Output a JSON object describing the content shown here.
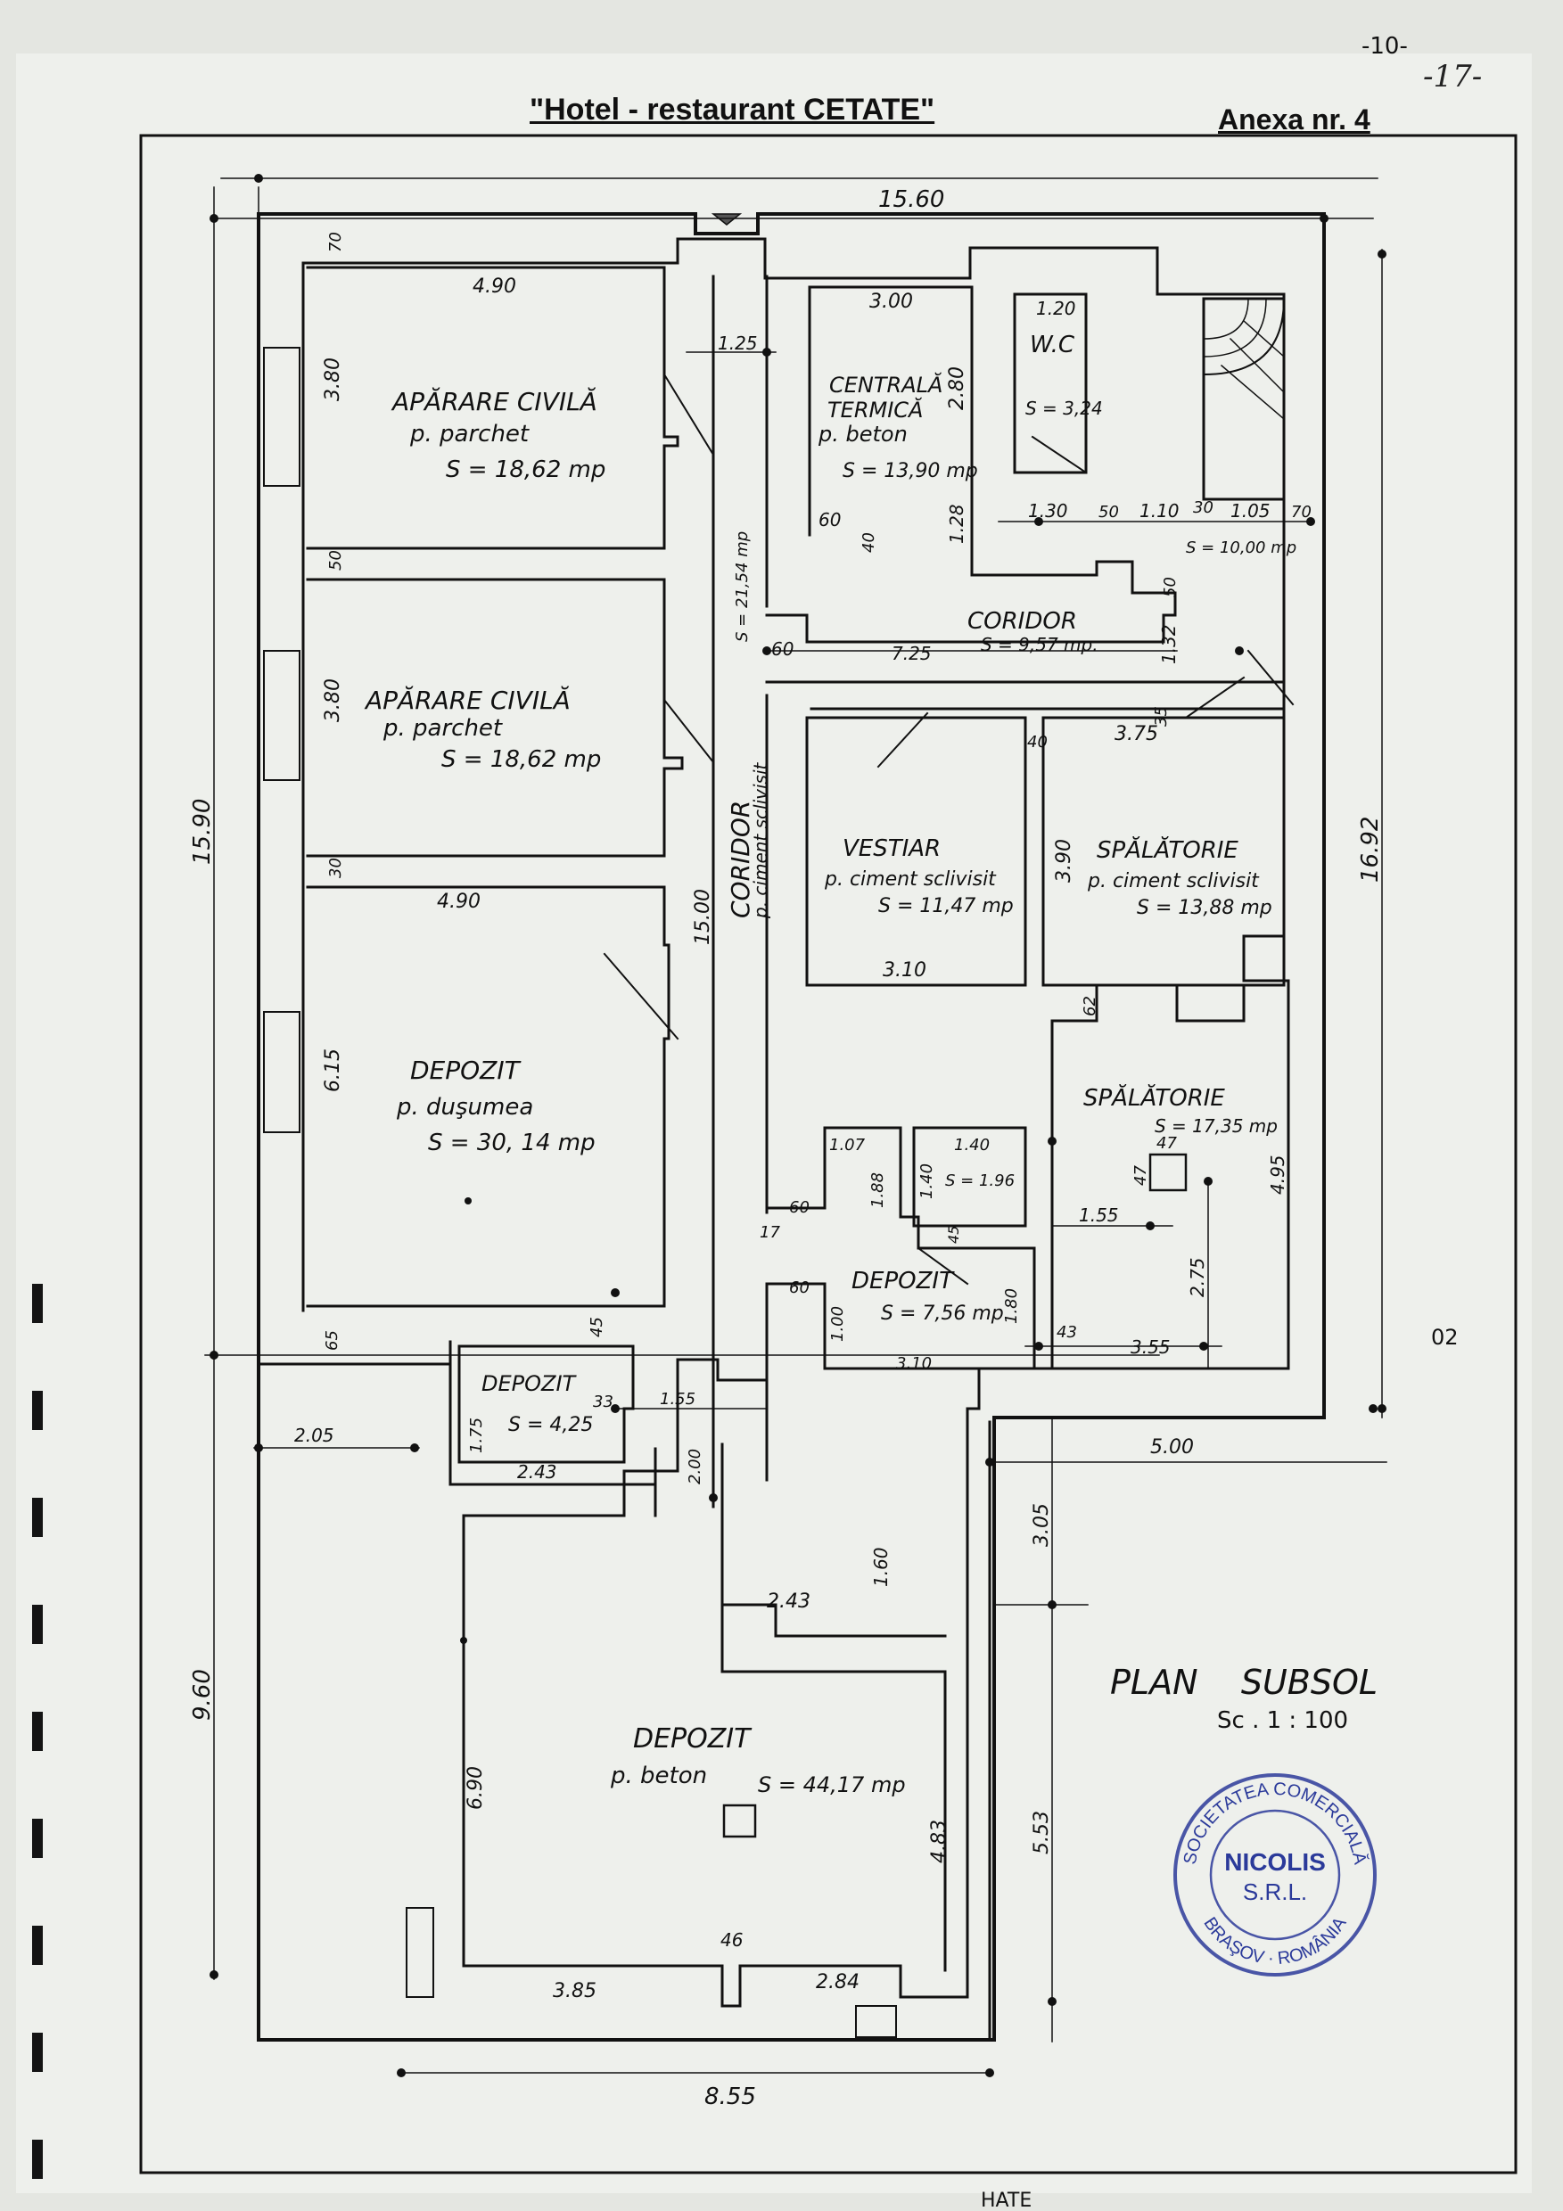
{
  "page": {
    "page_number": "-17-",
    "project_title": "\"Hotel - restaurant CETATE\"",
    "annex": "Anexa nr. 4",
    "stray_mark": "-10-",
    "side_mark": "02",
    "bottom_mark": "HATE"
  },
  "drawing": {
    "title": "PLAN    SUBSOL",
    "scale": "Sc . 1 : 100"
  },
  "rooms": [
    {
      "id": "aparare1",
      "name": "APĂRARE CIVILĂ",
      "floor": "p. parchet",
      "area": "S = 18,62 mp"
    },
    {
      "id": "aparare2",
      "name": "APĂRARE CIVILĂ",
      "floor": "p. parchet",
      "area": "S = 18,62 mp"
    },
    {
      "id": "depozit1",
      "name": "DEPOZIT",
      "floor": "p. duşumea",
      "area": "S = 30, 14 mp"
    },
    {
      "id": "centrala",
      "name": "CENTRALĂ TERMICĂ",
      "floor": "p. beton",
      "area": "S = 13,90 mp"
    },
    {
      "id": "wc",
      "name": "W.C",
      "floor": "",
      "area": "S = 3,24"
    },
    {
      "id": "coridor1",
      "name": "CORIDOR",
      "floor": "",
      "area": "S = 9,57 mp."
    },
    {
      "id": "coridor2",
      "name": "CORIDOR",
      "floor": "p. ciment sclivisit",
      "area": "S = 21,54 mp"
    },
    {
      "id": "vestiar",
      "name": "VESTIAR",
      "floor": "p. ciment sclivisit",
      "area": "S = 11,47 mp"
    },
    {
      "id": "spalatorie1",
      "name": "SPĂLĂTORIE",
      "floor": "p. ciment sclivisit",
      "area": "S = 13,88 mp"
    },
    {
      "id": "spalatorie2",
      "name": "SPĂLĂTORIE",
      "floor": "",
      "area": "S = 17,35 mp"
    },
    {
      "id": "depozit2",
      "name": "DEPOZIT",
      "floor": "",
      "area": "S = 7,56 mp"
    },
    {
      "id": "depozit3",
      "name": "DEPOZIT",
      "floor": "",
      "area": "S = 4,25"
    },
    {
      "id": "depozit4",
      "name": "DEPOZIT",
      "floor": "p. beton",
      "area": "S = 44,17 mp"
    }
  ],
  "dims": {
    "top_total": "15.60",
    "right_total": "16.92",
    "left_top": "15.90",
    "left_bottom": "9.60",
    "bottom_total": "8.55",
    "r_bottom_w": "5.00",
    "r_305": "3.05",
    "r_553": "5.53",
    "a1_w": "4.90",
    "a1_h": "3.80",
    "a1_top": "70",
    "wall_50": "50",
    "a2_h": "3.80",
    "wall_30": "30",
    "d1_w": "4.90",
    "d1_h": "6.15",
    "d1_65": "65",
    "d1_45": "45",
    "cor_w": "1.25",
    "cor_len": "15.00",
    "cor_area_side": "S = 21,54 mp",
    "ct_w": "3.00",
    "ct_h": "2.80",
    "ct_60": "60",
    "ct_40": "40",
    "ct_128": "1.28",
    "wc_w": "1.20",
    "row_130": "1.30",
    "row_50": "50",
    "row_110": "1.10",
    "row_30": "30",
    "row_105": "1.05",
    "row_70": "70",
    "stair_area": "S = 10,00 mp",
    "cor_60": "60",
    "cor_725": "7.25",
    "cor_50": "50",
    "cor_132": "1.32",
    "w_35": "35",
    "w_40": "40",
    "s1_w": "3.75",
    "s1_h": "3.90",
    "v_w": "3.10",
    "s2_62": "62",
    "s2_47a": "47",
    "s2_47b": "47",
    "s2_155": "1.55",
    "s2_495": "4.95",
    "s2_275": "2.75",
    "s2_43": "43",
    "s2_355": "3.55",
    "d2_107": "1.07",
    "d2_140": "1.40",
    "d2_140b": "1.40",
    "d2_196": "S = 1.96",
    "d2_188": "1.88",
    "d2_60": "60",
    "d2_17": "17",
    "d2_60b": "60",
    "d2_45": "45",
    "d2_100": "1.00",
    "d2_180": "1.80",
    "d2_310": "3.10",
    "d3_33": "33",
    "d3_155": "1.55",
    "d3_175": "1.75",
    "d3_243": "2.43",
    "d3_200": "2.00",
    "d3_205": "2.05",
    "d4_160": "1.60",
    "d4_243": "2.43",
    "d4_690": "6.90",
    "d4_483": "4.83",
    "d4_46": "46",
    "d4_385": "3.85",
    "d4_284": "2.84"
  },
  "stamp": {
    "ring_top": "SOCIETATEA COMERCIALĂ",
    "ring_bottom": "BRAŞOV · ROMÂNIA",
    "name": "NICOLIS",
    "form": "S.R.L.",
    "color": "#2b3a9a"
  },
  "colors": {
    "ink": "#111111",
    "paper": "#eef0ec",
    "stamp": "#2b3a9a"
  }
}
